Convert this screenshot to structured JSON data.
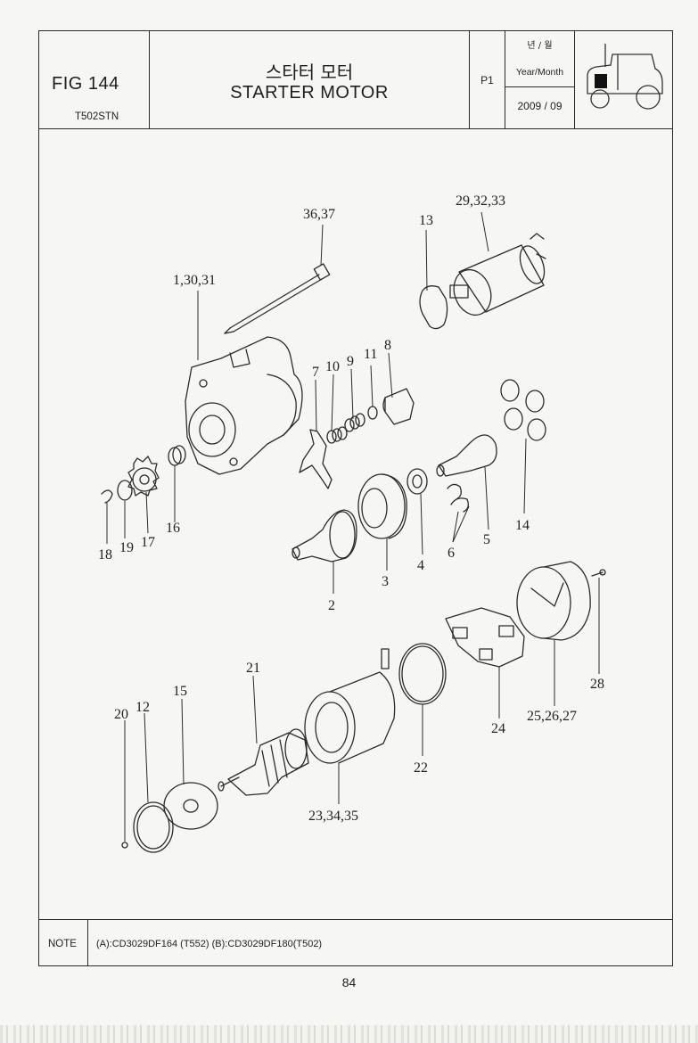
{
  "header": {
    "fig": "FIG 144",
    "model": "T502STN",
    "title_ko": "스타터 모터",
    "title_en": "STARTER MOTOR",
    "page_code": "P1",
    "ym_ko": "년 / 월",
    "ym_en": "Year/Month",
    "ym_value": "2009 / 09",
    "icon": "tractor-icon"
  },
  "labels": {
    "l36_37": "36,37",
    "l29_32_33": "29,32,33",
    "l13": "13",
    "l1_30_31": "1,30,31",
    "l7": "7",
    "l10": "10",
    "l9": "9",
    "l11": "11",
    "l8": "8",
    "l18": "18",
    "l19": "19",
    "l17": "17",
    "l16": "16",
    "l2": "2",
    "l3": "3",
    "l4": "4",
    "l6": "6",
    "l5": "5",
    "l14": "14",
    "l28": "28",
    "l21": "21",
    "l15": "15",
    "l20": "20",
    "l12": "12",
    "l22": "22",
    "l24": "24",
    "l25_26_27": "25,26,27",
    "l23_34_35": "23,34,35"
  },
  "note": {
    "label": "NOTE",
    "text": "(A):CD3029DF164 (T552)  (B):CD3029DF180(T502)"
  },
  "page_number": "84"
}
